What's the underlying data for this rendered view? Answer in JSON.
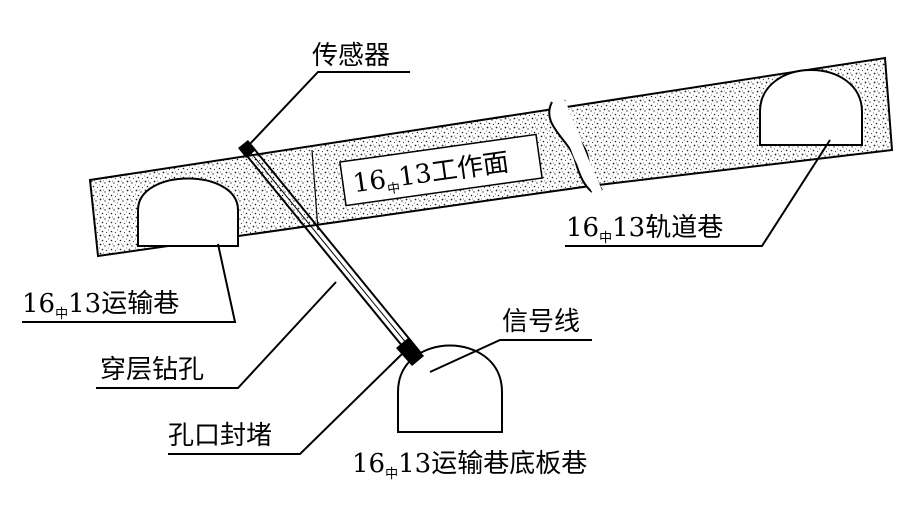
{
  "labels": {
    "sensor": "传感器",
    "workface_num": "16",
    "workface_sub": "中",
    "workface_rest": "13工作面",
    "track_num": "16",
    "track_sub": "中",
    "track_rest": "13轨道巷",
    "transport_num": "16",
    "transport_sub": "中",
    "transport_rest": "13运输巷",
    "borehole": "穿层钻孔",
    "signal": "信号线",
    "seal": "孔口封堵",
    "floor_num": "16",
    "floor_sub": "中",
    "floor_rest": "13运输巷底板巷"
  },
  "colors": {
    "ink": "#000000",
    "seam_fill": "#dcdcdc",
    "background": "#ffffff"
  }
}
